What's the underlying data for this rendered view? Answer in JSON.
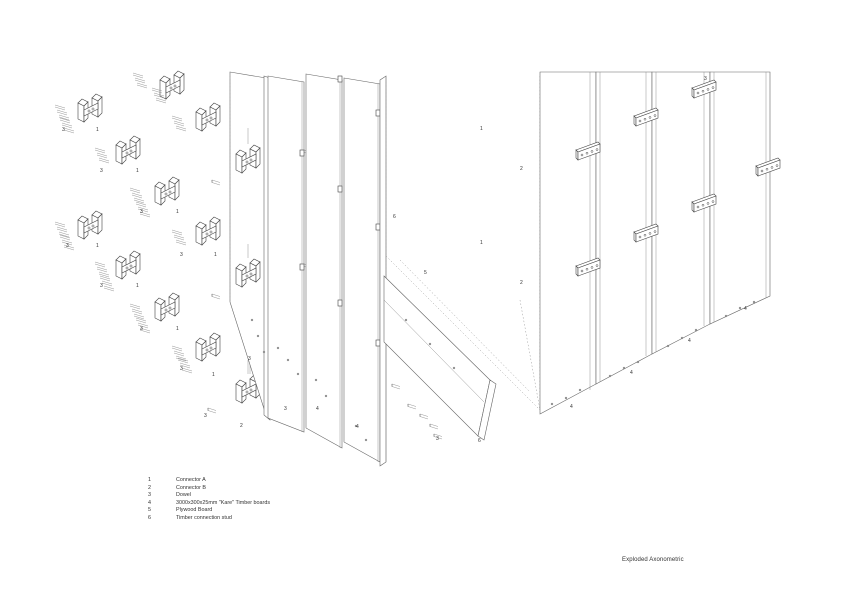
{
  "legend": [
    {
      "num": "1",
      "text": "Connector A"
    },
    {
      "num": "2",
      "text": "Connector B"
    },
    {
      "num": "3",
      "text": "Dowel"
    },
    {
      "num": "4",
      "text": "3000x300x25mm \"Kare\" Timber boards"
    },
    {
      "num": "5",
      "text": "Plywood Board"
    },
    {
      "num": "6",
      "text": "Timber connection stud"
    }
  ],
  "caption": "Exploded Axonometric",
  "callouts": {
    "connector_a": "1",
    "connector_b": "2",
    "dowel": "3",
    "board": "4",
    "plywood": "5",
    "stud": "6"
  }
}
